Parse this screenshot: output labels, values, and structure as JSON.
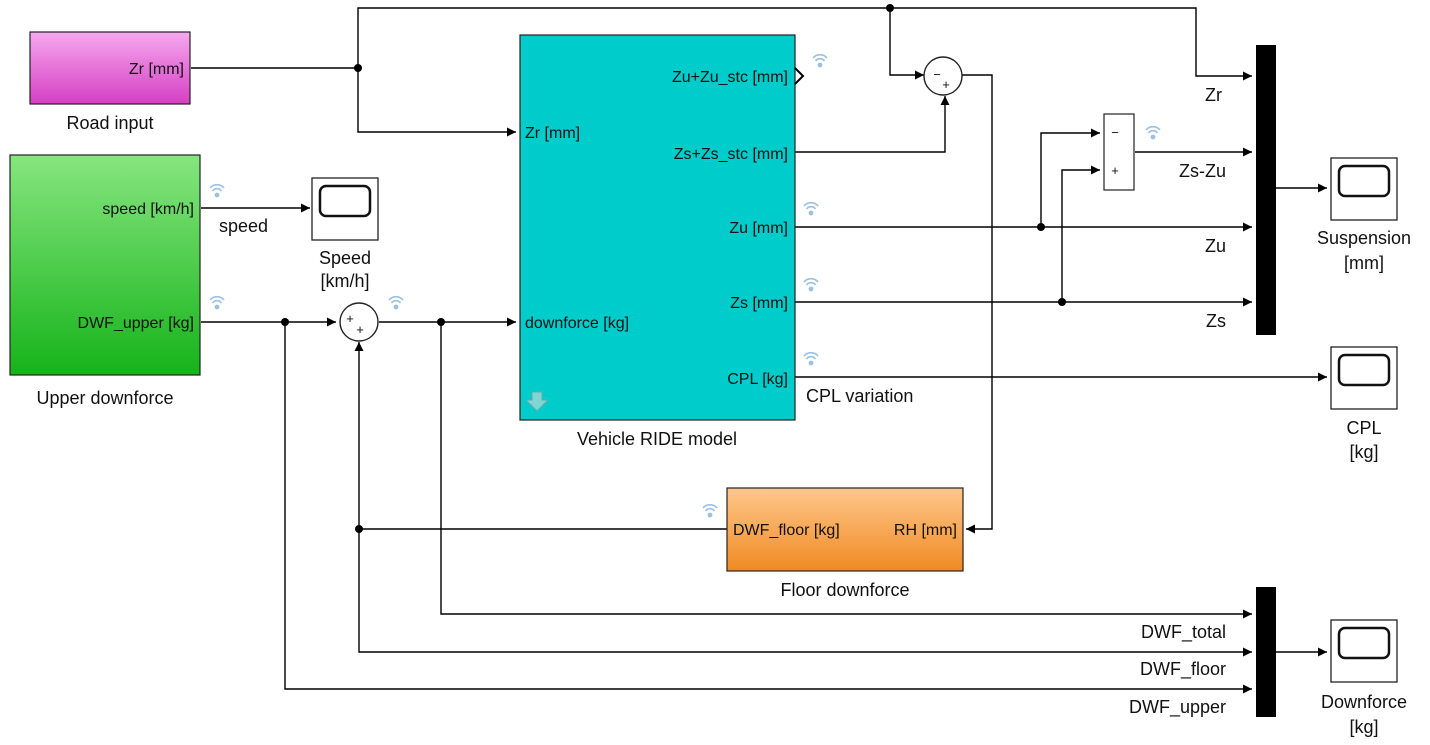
{
  "blocks": {
    "road_input": {
      "name": "Road input",
      "port_out": "Zr [mm]",
      "color": "#e65fd6"
    },
    "upper_downforce": {
      "name": "Upper downforce",
      "port_speed": "speed [km/h]",
      "port_dwf": "DWF_upper [kg]",
      "color": "#37c637"
    },
    "vehicle_ride": {
      "name": "Vehicle RIDE model",
      "in_zr": "Zr [mm]",
      "in_downforce": "downforce [kg]",
      "out_zu_stc": "Zu+Zu_stc [mm]",
      "out_zs_stc": "Zs+Zs_stc [mm]",
      "out_zu": "Zu [mm]",
      "out_zs": "Zs [mm]",
      "out_cpl": "CPL [kg]",
      "color": "#00cccc"
    },
    "floor_downforce": {
      "name": "Floor downforce",
      "out_dwf": "DWF_floor [kg]",
      "in_rh": "RH [mm]",
      "color": "#f49a3c"
    },
    "speed_scope": {
      "name_line1": "Speed",
      "name_line2": "[km/h]"
    },
    "suspension_scope": {
      "name_line1": "Suspension",
      "name_line2": "[mm]"
    },
    "cpl_scope": {
      "name_line1": "CPL",
      "name_line2": "[kg]"
    },
    "downforce_scope": {
      "name_line1": "Downforce",
      "name_line2": "[kg]"
    }
  },
  "signals": {
    "speed": "speed",
    "cpl_variation": "CPL variation",
    "zr": "Zr",
    "zs_zu": "Zs-Zu",
    "zu": "Zu",
    "zs": "Zs",
    "dwf_total": "DWF_total",
    "dwf_floor": "DWF_floor",
    "dwf_upper": "DWF_upper"
  },
  "operators": {
    "sum_rh_minus": "−",
    "sum_rh_plus": "+",
    "sum_dwf_plus1": "+",
    "sum_dwf_plus2": "+",
    "sub_minus": "−",
    "sub_plus": "+"
  }
}
